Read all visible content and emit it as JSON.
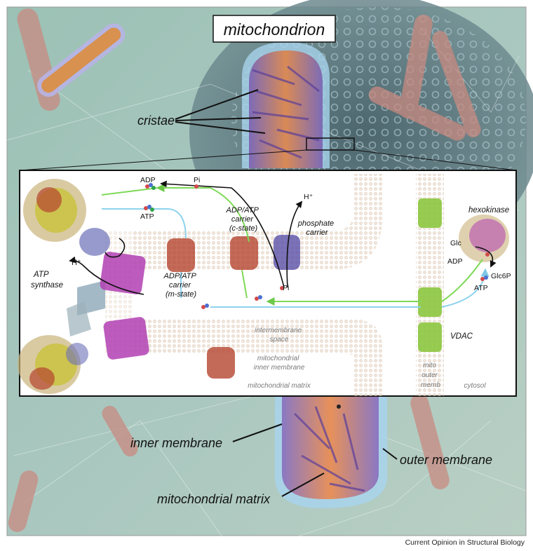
{
  "title": "mitochondrion",
  "outer_labels": {
    "cristae": "cristae",
    "inner_membrane": "inner membrane",
    "outer_membrane": "outer membrane",
    "mitochondrial_matrix": "mitochondrial matrix"
  },
  "inset": {
    "atp_synthase": [
      "ATP",
      "synthase"
    ],
    "adp_atp_carrier_c": [
      "ADP/ATP",
      "carrier",
      "(c-state)"
    ],
    "adp_atp_carrier_m": [
      "ADP/ATP",
      "carrier",
      "(m-state)"
    ],
    "phosphate_carrier": [
      "phosphate",
      "carrier"
    ],
    "hexokinase": "hexokinase",
    "vdac": "VDAC",
    "molecules": {
      "adp_top": "ADP",
      "pi_top": "Pi",
      "atp_left": "ATP",
      "h_plus_left": "H⁺",
      "h_plus_top": "H⁺",
      "pi_center": "Pi",
      "glc": "Glc",
      "adp_right": "ADP",
      "glc6p": "Glc6P",
      "atp_right": "ATP"
    },
    "regions": {
      "intermembrane_space": [
        "intermembrane",
        "space"
      ],
      "inner_membrane": [
        "mitochondrial",
        "inner membrane"
      ],
      "matrix": "mitochondrial matrix",
      "outer_membrane": [
        "mito",
        "outer",
        "memb"
      ],
      "cytosol": "cytosol"
    }
  },
  "credit": "Current Opinion in Structural Biology",
  "colors": {
    "background_teal": "#8fb8b0",
    "mito_purple": "#8a6fb5",
    "mito_orange": "#e6953f",
    "membrane_tan": "#d8c2ad",
    "arrow_green": "#7ed957",
    "arrow_blue": "#8fd3ef",
    "vdac_green": "#8cc63f",
    "protein_red": "#b5452f",
    "protein_magenta": "#b23fb3"
  }
}
